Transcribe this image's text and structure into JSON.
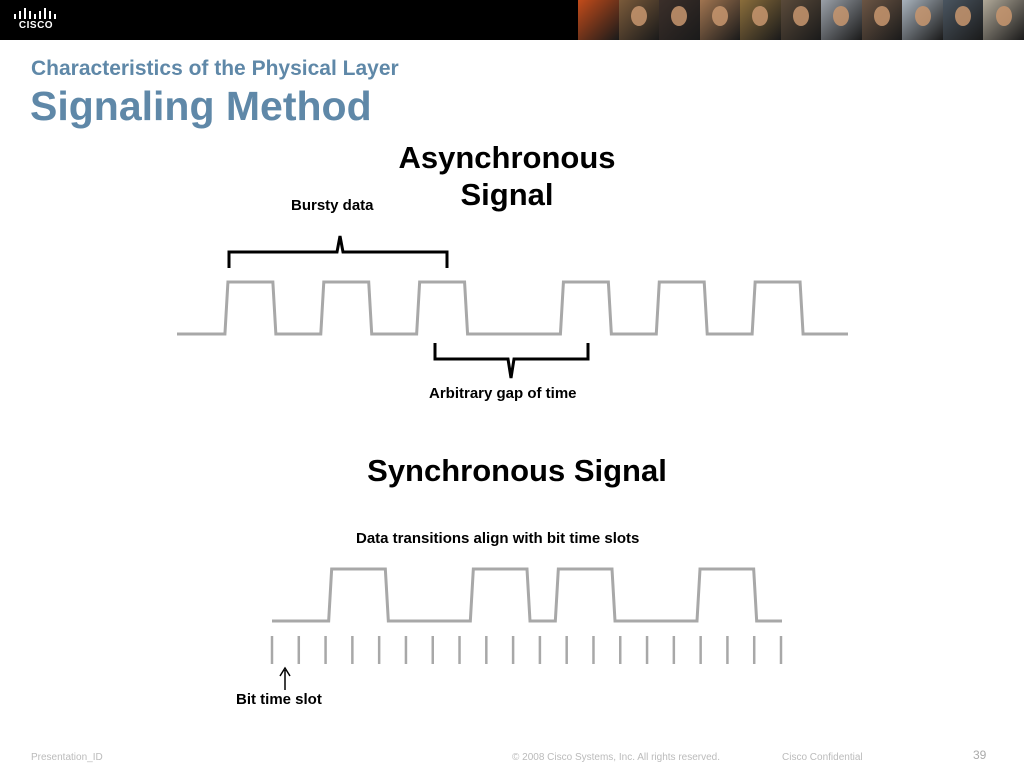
{
  "header": {
    "logo_text": "CISCO",
    "photo_colors": [
      "#c24b1a",
      "#7a5a3a",
      "#3b2f2a",
      "#a07450",
      "#8a6d3b",
      "#5a4a3a",
      "#9aa0a8",
      "#6b5544",
      "#a8b2bc",
      "#4a5560",
      "#b0a898"
    ]
  },
  "slide": {
    "subtitle": "Characteristics of the Physical Layer",
    "title": "Signaling Method"
  },
  "async": {
    "heading": "Asynchronous Signal",
    "bursty_label": "Bursty data",
    "gap_label": "Arbitrary gap of time",
    "waveform": [
      0,
      1,
      0,
      1,
      0,
      1,
      0,
      0,
      1,
      0,
      1,
      0,
      1,
      0
    ]
  },
  "sync": {
    "heading": "Synchronous Signal",
    "description": "Data transitions align with bit time slots",
    "bit_slot_label": "Bit time slot",
    "waveform": [
      0,
      0,
      1,
      1,
      0,
      0,
      0,
      1,
      1,
      0,
      1,
      1,
      0,
      0,
      0,
      1,
      1,
      0
    ],
    "bit_slot_count": 20
  },
  "footer": {
    "presentation_id": "Presentation_ID",
    "copyright": "© 2008 Cisco Systems, Inc. All rights reserved.",
    "confidential": "Cisco Confidential",
    "page_number": "39"
  },
  "colors": {
    "title": "#5f88a8",
    "banner": "#000000",
    "waveform": "#a8a8a8",
    "footer_text": "#bbbbbb"
  }
}
